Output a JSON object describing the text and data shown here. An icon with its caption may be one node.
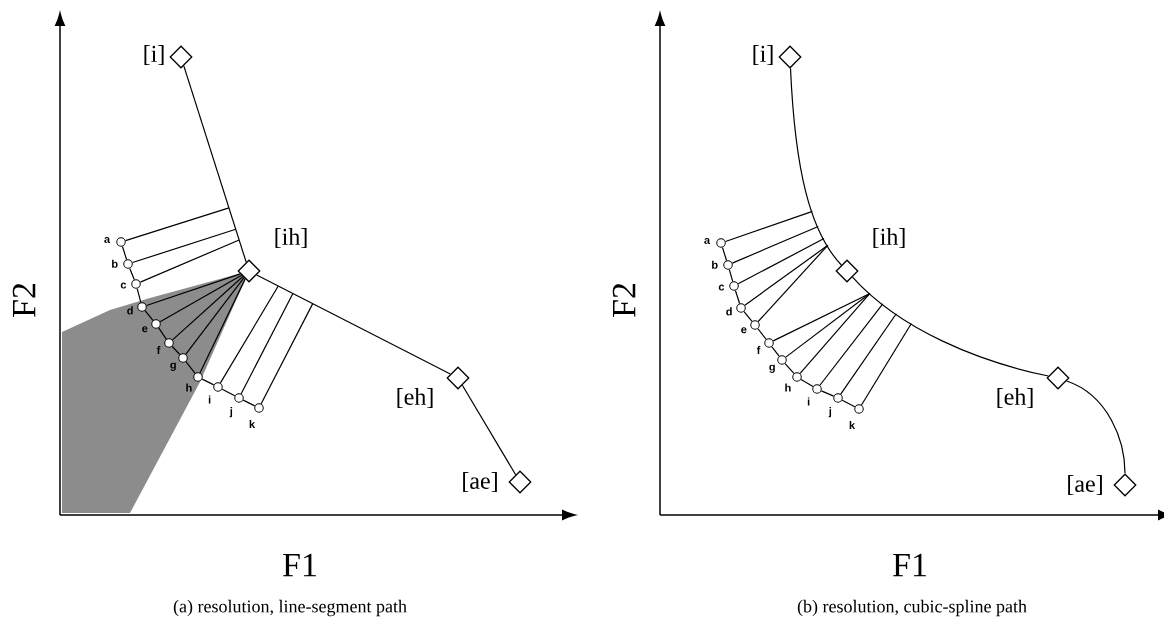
{
  "diagram": {
    "nodes": [
      {
        "text": [],
        "shape": "diamond",
        "beside": [
          "[i]"
        ]
      },
      {
        "text": [],
        "shape": "diamond",
        "beside": [
          "[ih]"
        ]
      },
      {
        "text": [],
        "shape": "diamond",
        "beside": [
          "[eh]"
        ]
      },
      {
        "text": [],
        "shape": "diamond",
        "beside": [
          "[ae]"
        ]
      },
      {
        "text": [],
        "shape": "circle",
        "beside": [
          "a"
        ]
      },
      {
        "text": [],
        "shape": "circle",
        "beside": [
          "b"
        ]
      },
      {
        "text": [],
        "shape": "circle",
        "beside": [
          "c"
        ]
      },
      {
        "text": [],
        "shape": "circle",
        "beside": [
          "d"
        ]
      },
      {
        "text": [],
        "shape": "circle",
        "beside": [
          "e"
        ]
      },
      {
        "text": [],
        "shape": "circle",
        "beside": [
          "f"
        ]
      },
      {
        "text": [],
        "shape": "circle",
        "beside": [
          "g"
        ]
      },
      {
        "text": [],
        "shape": "circle",
        "beside": [
          "h"
        ]
      },
      {
        "text": [],
        "shape": "circle",
        "beside": [
          "i"
        ]
      },
      {
        "text": [],
        "shape": "circle",
        "beside": [
          "j"
        ]
      },
      {
        "text": [],
        "shape": "circle",
        "beside": [
          "k"
        ]
      },
      {
        "text": [],
        "shape": "diamond",
        "beside": [
          "[i]"
        ]
      },
      {
        "text": [],
        "shape": "diamond",
        "beside": [
          "[ih]"
        ]
      },
      {
        "text": [],
        "shape": "diamond",
        "beside": [
          "[eh]"
        ]
      },
      {
        "text": [],
        "shape": "diamond",
        "beside": [
          "[ae]"
        ]
      },
      {
        "text": [],
        "shape": "circle",
        "beside": [
          "a"
        ]
      },
      {
        "text": [],
        "shape": "circle",
        "beside": [
          "b"
        ]
      },
      {
        "text": [],
        "shape": "circle",
        "beside": [
          "c"
        ]
      },
      {
        "text": [],
        "shape": "circle",
        "beside": [
          "d"
        ]
      },
      {
        "text": [],
        "shape": "circle",
        "beside": [
          "e"
        ]
      },
      {
        "text": [],
        "shape": "circle",
        "beside": [
          "f"
        ]
      },
      {
        "text": [],
        "shape": "circle",
        "beside": [
          "g"
        ]
      },
      {
        "text": [],
        "shape": "circle",
        "beside": [
          "h"
        ]
      },
      {
        "text": [],
        "shape": "circle",
        "beside": [
          "i"
        ]
      },
      {
        "text": [],
        "shape": "circle",
        "beside": [
          "j"
        ]
      },
      {
        "text": [],
        "shape": "circle",
        "beside": [
          "k"
        ]
      }
    ],
    "edges": [
      {
        "from": 0,
        "to": 1,
        "arrow": "none"
      },
      {
        "from": 1,
        "to": 2,
        "arrow": "none"
      },
      {
        "from": 2,
        "to": 3,
        "arrow": "none"
      },
      {
        "from": 4,
        "to": 5,
        "arrow": "none"
      },
      {
        "from": 5,
        "to": 6,
        "arrow": "none"
      },
      {
        "from": 6,
        "to": 7,
        "arrow": "none"
      },
      {
        "from": 7,
        "to": 8,
        "arrow": "none"
      },
      {
        "from": 8,
        "to": 9,
        "arrow": "none"
      },
      {
        "from": 9,
        "to": 10,
        "arrow": "none"
      },
      {
        "from": 10,
        "to": 11,
        "arrow": "none"
      },
      {
        "from": 11,
        "to": 12,
        "arrow": "none"
      },
      {
        "from": 12,
        "to": 13,
        "arrow": "none"
      },
      {
        "from": 13,
        "to": 14,
        "arrow": "none"
      },
      {
        "from": 4,
        "to": null,
        "arrow": "none"
      },
      {
        "from": 5,
        "to": null,
        "arrow": "none"
      },
      {
        "from": 6,
        "to": null,
        "arrow": "none"
      },
      {
        "from": 7,
        "to": 1,
        "arrow": "none"
      },
      {
        "from": 8,
        "to": 1,
        "arrow": "none"
      },
      {
        "from": 9,
        "to": 1,
        "arrow": "none"
      },
      {
        "from": 10,
        "to": 1,
        "arrow": "none"
      },
      {
        "from": 11,
        "to": 1,
        "arrow": "none"
      },
      {
        "from": 12,
        "to": null,
        "arrow": "none"
      },
      {
        "from": 13,
        "to": null,
        "arrow": "none"
      },
      {
        "from": 14,
        "to": null,
        "arrow": "none"
      },
      {
        "from": 15,
        "to": 16,
        "arrow": "none"
      },
      {
        "from": 16,
        "to": 17,
        "arrow": "none"
      },
      {
        "from": 17,
        "to": 18,
        "arrow": "none"
      },
      {
        "from": 19,
        "to": 20,
        "arrow": "none"
      },
      {
        "from": 20,
        "to": 21,
        "arrow": "none"
      },
      {
        "from": 21,
        "to": 22,
        "arrow": "none"
      },
      {
        "from": 22,
        "to": 23,
        "arrow": "none"
      },
      {
        "from": 23,
        "to": 24,
        "arrow": "none"
      },
      {
        "from": 24,
        "to": 25,
        "arrow": "none"
      },
      {
        "from": 25,
        "to": 26,
        "arrow": "none"
      },
      {
        "from": 26,
        "to": 27,
        "arrow": "none"
      },
      {
        "from": 27,
        "to": 28,
        "arrow": "none"
      },
      {
        "from": 28,
        "to": 29,
        "arrow": "none"
      },
      {
        "from": 19,
        "to": null,
        "arrow": "none"
      },
      {
        "from": 20,
        "to": null,
        "arrow": "none"
      },
      {
        "from": 21,
        "to": null,
        "arrow": "none"
      },
      {
        "from": 22,
        "to": null,
        "arrow": "none"
      },
      {
        "from": 23,
        "to": null,
        "arrow": "none"
      },
      {
        "from": 24,
        "to": null,
        "arrow": "none"
      },
      {
        "from": 25,
        "to": null,
        "arrow": "none"
      },
      {
        "from": 26,
        "to": null,
        "arrow": "none"
      },
      {
        "from": 27,
        "to": null,
        "arrow": "none"
      },
      {
        "from": 28,
        "to": null,
        "arrow": "none"
      },
      {
        "from": 29,
        "to": null,
        "arrow": "none"
      }
    ],
    "labels": [
      "F2",
      "F1",
      "(a) resolution, line-segment path",
      "F2",
      "F1",
      "(b) resolution, cubic-spline path"
    ]
  }
}
